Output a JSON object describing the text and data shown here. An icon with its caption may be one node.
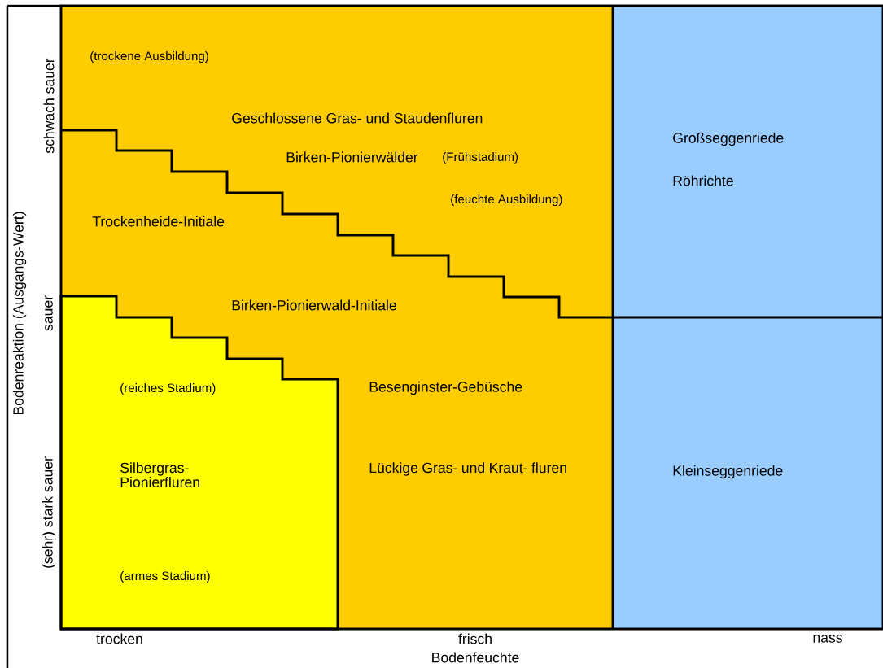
{
  "diagram": {
    "labels": [
      "(trockene Ausbildung)",
      "Geschlossene Gras- und Staudenfluren",
      "Großseggenriede",
      "Birken-Pionierwälder",
      "(Frühstadium)",
      "Röhrichte",
      "(feuchte Ausbildung)",
      "Trockenheide-Initiale",
      "Birken-Pionierwald-Initiale",
      "(reiches Stadium)",
      "Besenginster-Gebüsche",
      "Silbergras- Pionierfluren",
      "Lückige Gras- und Kraut- fluren",
      "Kleinseggenriede",
      "(armes Stadium)",
      "Bodenreaktion (Ausgangs-Wert)",
      "schwach sauer",
      "sauer",
      "(sehr) stark sauer",
      "trocken",
      "frisch",
      "nass",
      "Bodenfeuchte"
    ]
  }
}
